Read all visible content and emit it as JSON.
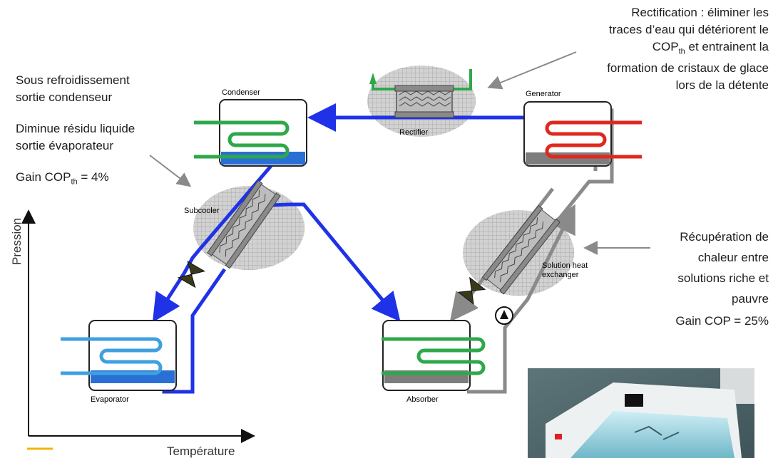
{
  "annotations": {
    "subcool_title_l1": "Sous refroidissement",
    "subcool_title_l2": "sortie condenseur",
    "subcool_effect_l1": "Diminue résidu liquide",
    "subcool_effect_l2": "sortie évaporateur",
    "subcool_gain_prefix": "Gain COP",
    "subcool_gain_sub": "th",
    "subcool_gain_value": " = 4%",
    "rect_l1": "Rectification : éliminer les",
    "rect_l2": "traces d’eau qui détériorent le",
    "rect_l3_main": "COP",
    "rect_l3_sub": "th",
    "rect_l3_rest": " et entrainent la",
    "rect_l4": "formation de cristaux de glace",
    "rect_l5": "lors de la détente",
    "recup_l1": "Récupération de",
    "recup_l2": "chaleur entre",
    "recup_l3": "solutions riche et",
    "recup_l4": "pauvre",
    "recup_gain": "Gain COP = 25%"
  },
  "components": {
    "condenser": "Condenser",
    "generator": "Generator",
    "rectifier": "Rectifier",
    "subcooler": "Subcooler",
    "evaporator": "Evaporator",
    "absorber": "Absorber",
    "solution_hx_l1": "Solution heat",
    "solution_hx_l2": "exchanger"
  },
  "axes": {
    "y_label": "Pression",
    "x_label": "Température"
  },
  "colors": {
    "refrigerant": "#1f32e8",
    "solution": "#8a8a8a",
    "hot": "#e0281e",
    "cool": "#2ea84a",
    "cold": "#3fa0e0",
    "mesh": "#c9c9c9"
  }
}
